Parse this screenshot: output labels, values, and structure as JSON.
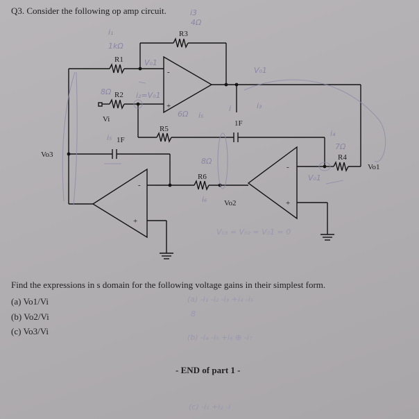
{
  "question": {
    "title": "Q3. Consider the following op amp circuit."
  },
  "circuit": {
    "labels": {
      "r1": "R1",
      "r2": "R2",
      "r3": "R3",
      "r4": "R4",
      "r5": "R5",
      "r6": "R6",
      "c1": "1F",
      "c2": "1F",
      "vi": "Vi",
      "vo1": "Vo1",
      "vo2": "Vo2",
      "vo3": "Vo3",
      "minus": "-",
      "plus": "+"
    },
    "handwriting": {
      "title_i3": "i3",
      "r3_value": "4Ω",
      "i1_label": "i₁",
      "r1_value": "1kΩ",
      "v_label": "V₀1",
      "r2_value": "8Ω",
      "r2_current": "i₂=V₀1",
      "vo1_node": "V₀1",
      "r5_value": "6Ω",
      "r5_current": "i₅",
      "current_i": "i",
      "current_i3": "i₃",
      "c_current": "i₅",
      "r6_value": "8Ω",
      "i6_label": "i₆",
      "r4_current": "i₄",
      "r4_value": "7Ω",
      "vo1_near_r4": "V₀1",
      "zero_condition": "V₀₃ = V₀₂ = V₀1 = 0"
    }
  },
  "questions": {
    "find": "Find the expressions in s domain for the following voltage gains in their simplest form.",
    "parts": [
      {
        "label": "(a) Vo1/Vi"
      },
      {
        "label": "(b) Vo2/Vi"
      },
      {
        "label": "(c) Vo3/Vi"
      }
    ]
  },
  "notes": {
    "a": "(a) -i₁ -i₂ -i₃ +i₄ -i₅",
    "a_sub": "8",
    "b": "(b) -i₄ -i₅ +i₆ ⊕ -i₇",
    "c": "(c) -i₁ +i₂ -i"
  },
  "footer": {
    "end": "- END of part 1 -"
  }
}
